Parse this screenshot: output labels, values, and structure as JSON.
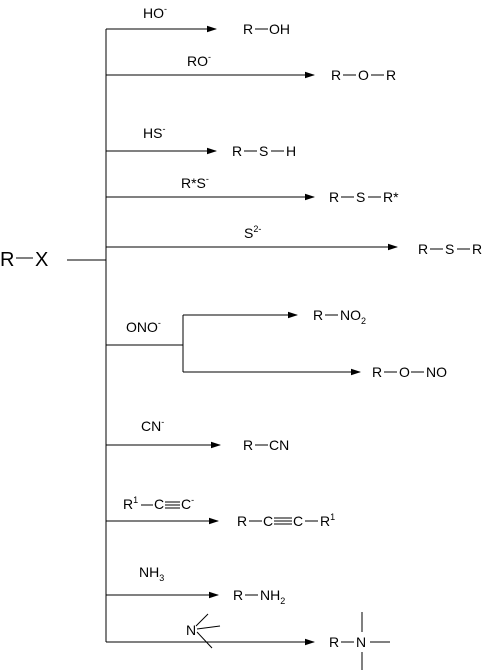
{
  "substrate": {
    "r": "R",
    "x": "X"
  },
  "reactions": [
    {
      "reagent": "HO",
      "reagent_charge": "-",
      "product_parts": [
        "R",
        "OH"
      ]
    },
    {
      "reagent": "RO",
      "reagent_charge": "-",
      "product_parts": [
        "R",
        "O",
        "R"
      ]
    },
    {
      "reagent": "HS",
      "reagent_charge": "-",
      "product_parts": [
        "R",
        "S",
        "H"
      ]
    },
    {
      "reagent": "R*S",
      "reagent_charge": "-",
      "product_parts": [
        "R",
        "S",
        "R*"
      ]
    },
    {
      "reagent": "S",
      "reagent_charge": "2-",
      "product_parts": [
        "R",
        "S",
        "R"
      ]
    },
    {
      "reagent": "ONO",
      "reagent_charge": "-",
      "products": [
        {
          "parts": [
            "R",
            "NO"
          ],
          "subscript": "2"
        },
        {
          "parts": [
            "R",
            "O",
            "NO"
          ]
        }
      ]
    },
    {
      "reagent": "CN",
      "reagent_charge": "-",
      "product_parts": [
        "R",
        "CN"
      ]
    },
    {
      "reagent_prefix": "R",
      "reagent_prefix_sup": "1",
      "reagent_mid": "C",
      "reagent_end": "C",
      "reagent_charge": "-",
      "product_parts": [
        "R",
        "C",
        "C",
        "R"
      ],
      "product_sup": "1"
    },
    {
      "reagent": "NH",
      "reagent_subscript": "3",
      "product_parts": [
        "R",
        "NH"
      ],
      "product_subscript": "2"
    },
    {
      "reagent": "N",
      "product_parts": [
        "R",
        "N"
      ]
    }
  ]
}
